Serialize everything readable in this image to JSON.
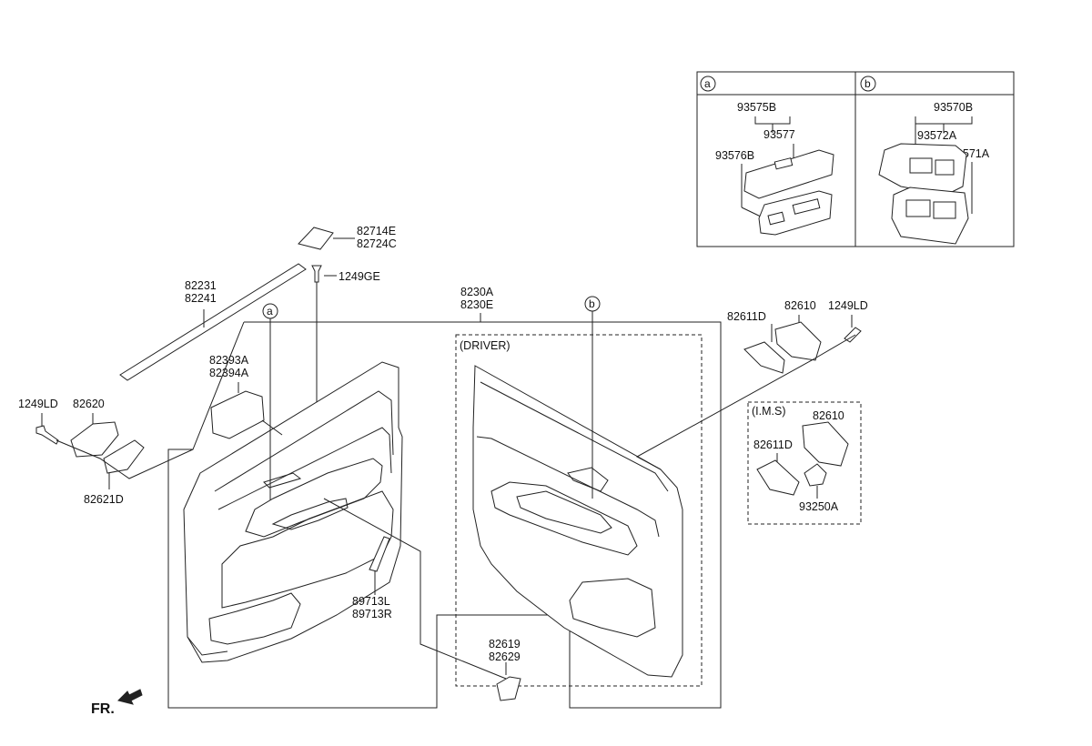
{
  "labels": {
    "p82714E": "82714E",
    "p82724C": "82724C",
    "p1249GE": "1249GE",
    "p82231": "82231",
    "p82241": "82241",
    "p8230A": "8230A",
    "p8230E": "8230E",
    "driver": "(DRIVER)",
    "p82393A": "82393A",
    "p82394A": "82394A",
    "p1249LD_left": "1249LD",
    "p82620": "82620",
    "p82621D": "82621D",
    "p89713L": "89713L",
    "p89713R": "89713R",
    "p82619": "82619",
    "p82629": "82629",
    "p82611D_top": "82611D",
    "p82610_top": "82610",
    "p1249LD_right": "1249LD",
    "ims": "(I.M.S)",
    "p82610_ims": "82610",
    "p82611D_ims": "82611D",
    "p93250A": "93250A",
    "p93575B": "93575B",
    "p93577": "93577",
    "p93576B": "93576B",
    "p93570B": "93570B",
    "p93572A": "93572A",
    "p93571A": "93571A",
    "fr": "FR."
  },
  "callouts": {
    "a_box": "a",
    "b_box": "b",
    "a_door": "a",
    "b_door": "b"
  }
}
